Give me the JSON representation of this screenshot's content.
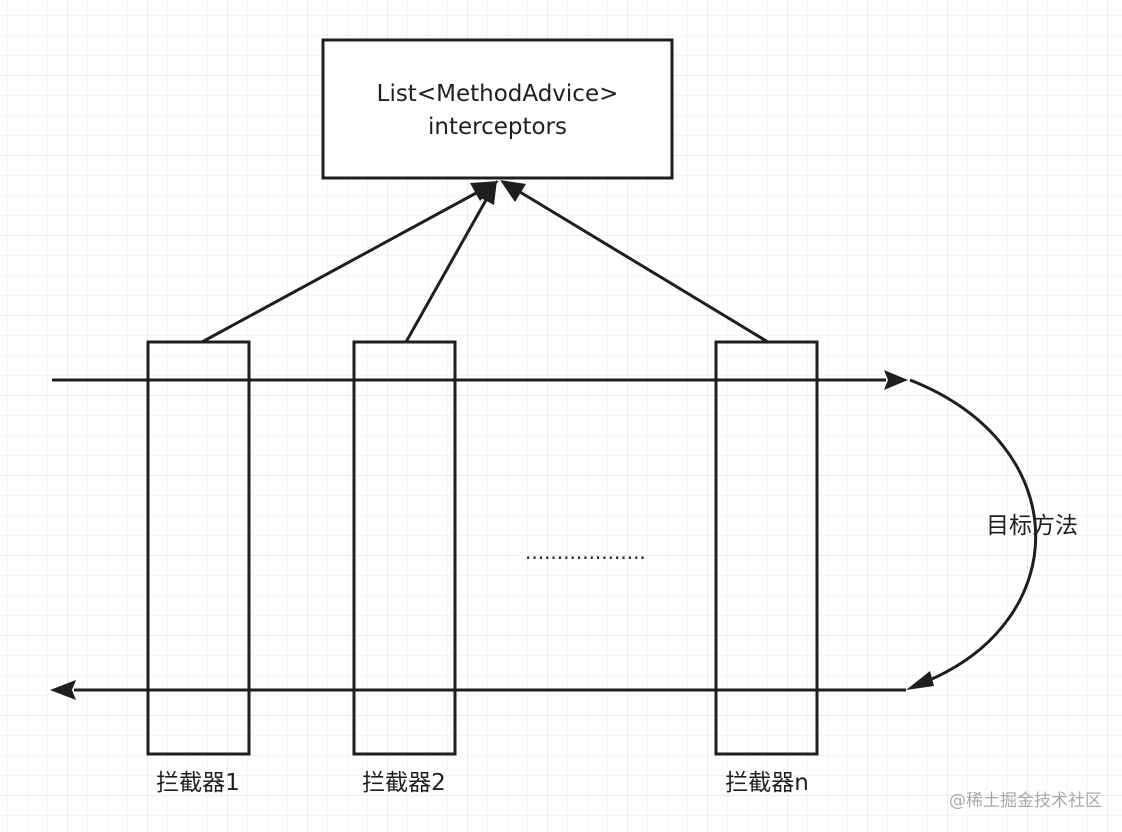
{
  "box": {
    "line1": "List<MethodAdvice>",
    "line2": "interceptors"
  },
  "interceptors": [
    {
      "label": "拦截器1"
    },
    {
      "label": "拦截器2"
    },
    {
      "label": "拦截器n"
    }
  ],
  "ellipsis": "...................",
  "target_method": "目标方法",
  "watermark": "@稀土掘金技术社区",
  "colors": {
    "stroke": "#1f1f1f",
    "grid": "#ebebeb",
    "watermark": "#a8a8a8"
  }
}
